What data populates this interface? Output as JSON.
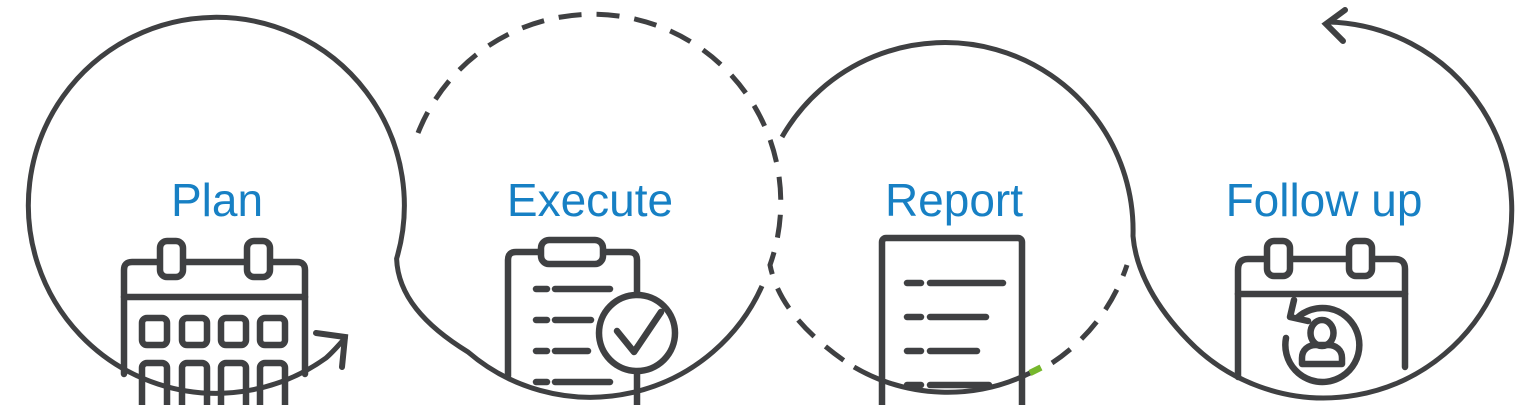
{
  "diagram": {
    "name": "process-cycle-diagram",
    "steps": [
      {
        "label": "Plan",
        "icon": "calendar-icon"
      },
      {
        "label": "Execute",
        "icon": "clipboard-check-icon"
      },
      {
        "label": "Report",
        "icon": "report-document-icon"
      },
      {
        "label": "Follow up",
        "icon": "calendar-refresh-person-icon"
      }
    ],
    "arrows": {
      "step_arrow": "arrow-northeast-icon",
      "loop_arrow": "arrow-loop-back-icon",
      "refresh_arrow": "refresh-arrow-icon"
    },
    "colors": {
      "line": "#3f4042",
      "accent_blue": "#1780c4",
      "accent_green": "#76b72c",
      "background": "#ffffff"
    }
  }
}
